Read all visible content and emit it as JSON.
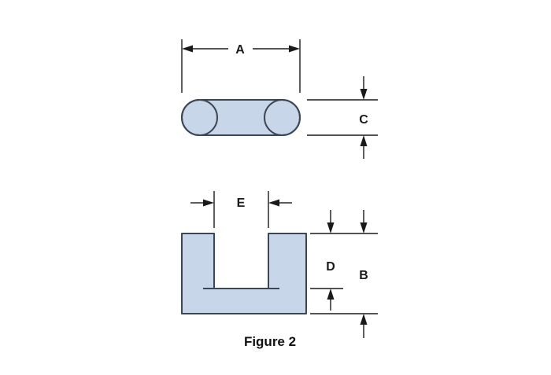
{
  "figure": {
    "caption": "Figure 2"
  },
  "dimensions": {
    "a": "A",
    "b": "B",
    "c": "C",
    "d": "D",
    "e": "E"
  },
  "colors": {
    "part_fill": "#c8d6ea",
    "part_outline": "#3d4653",
    "dimension_line": "#1a1a1a",
    "label_text": "#111111",
    "background": "#ffffff"
  }
}
